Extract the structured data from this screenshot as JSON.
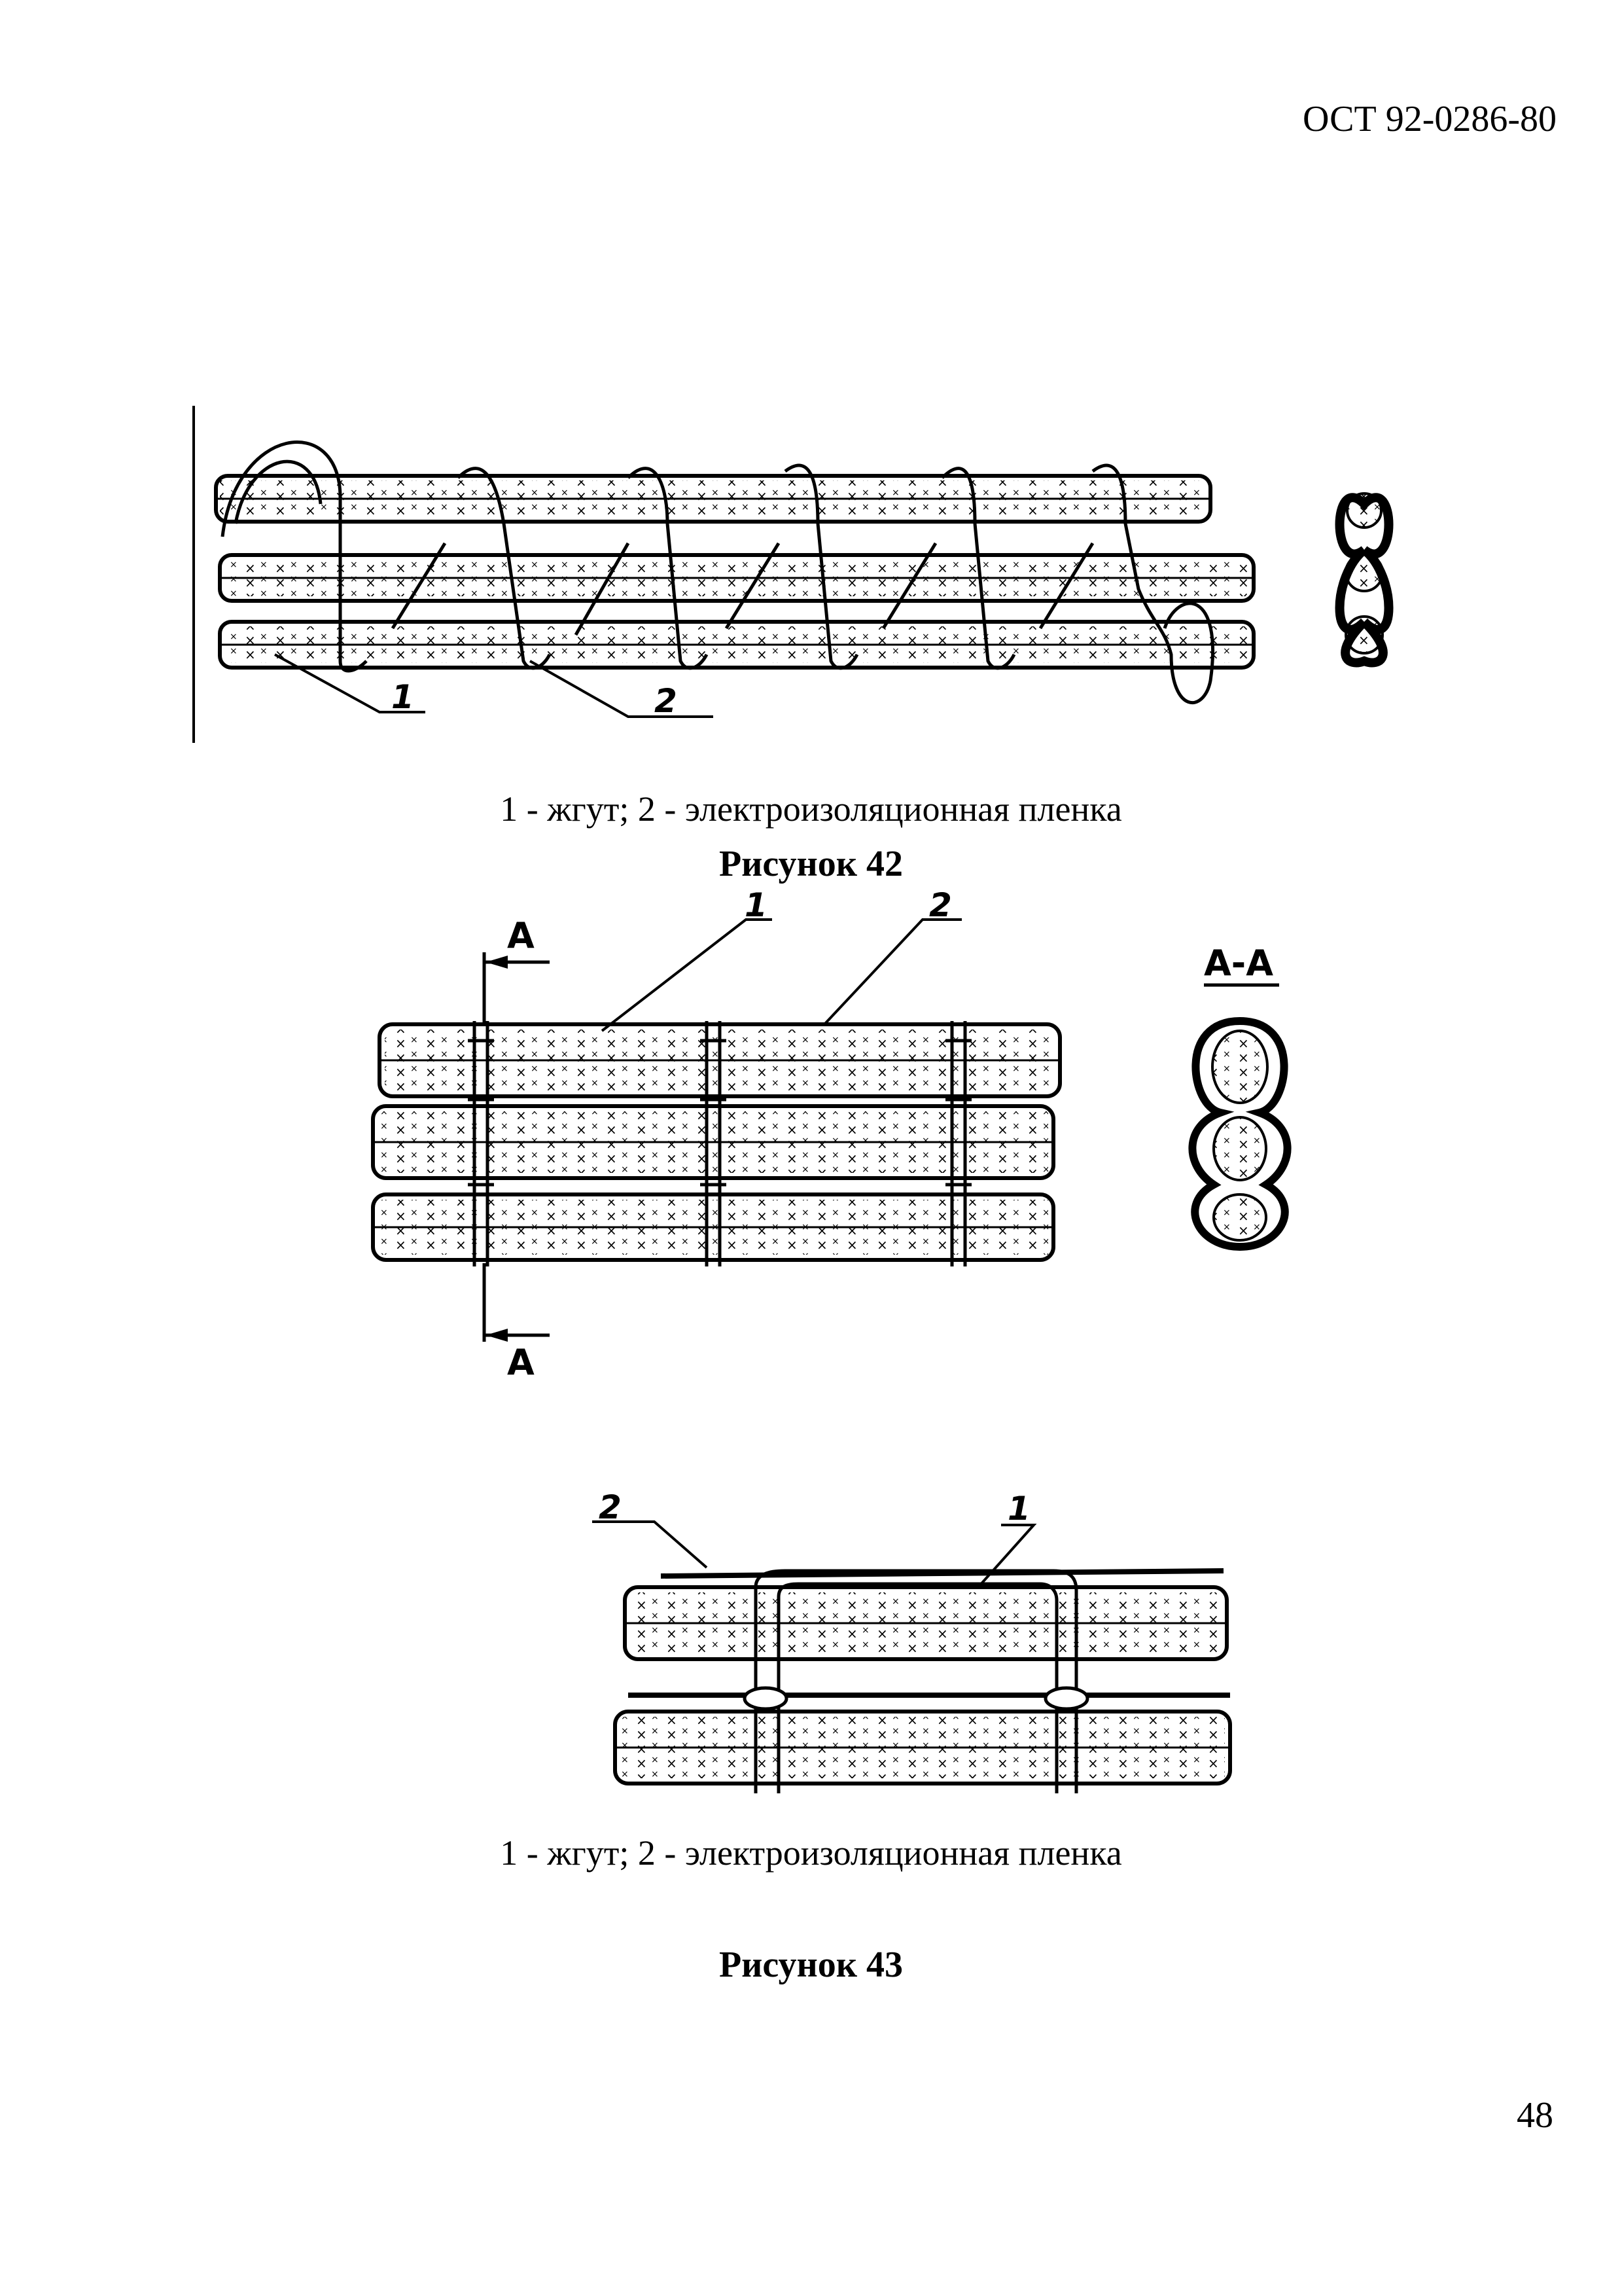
{
  "header": {
    "doc_code": "ОСТ 92-0286-80"
  },
  "figure42": {
    "caption": "1 - жгут;  2 - электроизоляционная пленка",
    "title": "Рисунок 42",
    "callouts": [
      "1",
      "2"
    ]
  },
  "figure43": {
    "section_marks": [
      "A",
      "A"
    ],
    "section_title": "A-A",
    "callouts_top": [
      "1",
      "2"
    ],
    "callouts_bottom": [
      "2",
      "1"
    ],
    "caption": "1 - жгут;  2 - электроизоляционная пленка",
    "title": "Рисунок 43"
  },
  "page_number": "48"
}
